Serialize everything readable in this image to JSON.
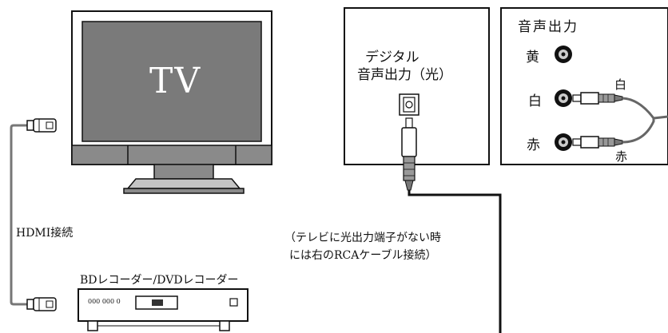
{
  "tv": {
    "label": "TV"
  },
  "hdmi": {
    "label": "HDMI接続"
  },
  "recorder": {
    "label": "BDレコーダー/DVDレコーダー",
    "panel_text": "000 000 0"
  },
  "digital_out": {
    "title_line1": "デジタル",
    "title_line2": "音声出力（光）"
  },
  "analog_out": {
    "title": "音声出力",
    "jack_yellow": "黄",
    "jack_white": "白",
    "jack_red": "赤",
    "plug_white": "白",
    "plug_red": "赤"
  },
  "note": {
    "line1": "（テレビに光出力端子がない時",
    "line2": "には右のRCAケーブル接続）"
  }
}
